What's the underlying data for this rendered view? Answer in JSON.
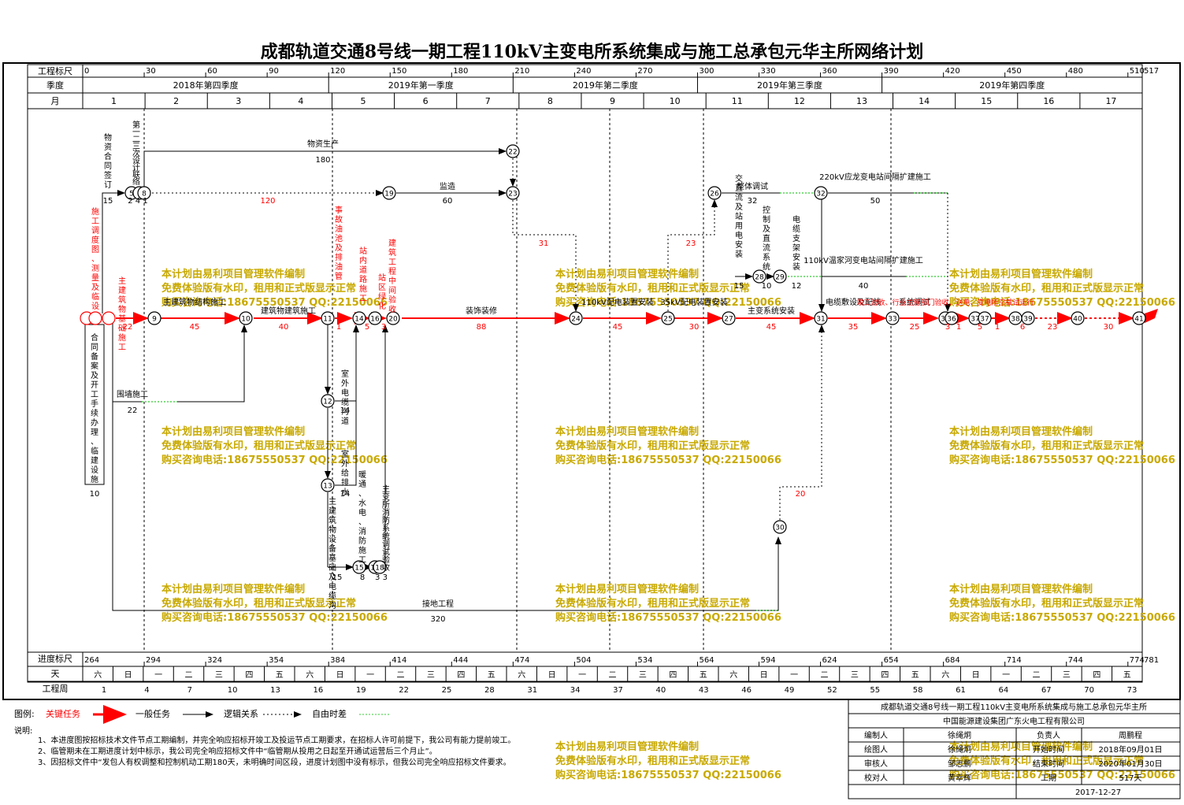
{
  "title": "成都轨道交通8号线一期工程110kV主变电所系统集成与施工总承包元华主所网络计划",
  "axis_labels": {
    "project_scale": "工程标尺",
    "quarter": "季度",
    "month": "月",
    "progress_scale": "进度标尺",
    "day": "天",
    "week": "工程周"
  },
  "top_scale": [
    "0",
    "30",
    "60",
    "90",
    "120",
    "150",
    "180",
    "210",
    "240",
    "270",
    "300",
    "330",
    "360",
    "390",
    "420",
    "450",
    "480",
    "510",
    "517"
  ],
  "quarters": [
    "2018年第四季度",
    "2019年第一季度",
    "2019年第二季度",
    "2019年第三季度",
    "2019年第四季度"
  ],
  "months": [
    "1",
    "2",
    "3",
    "4",
    "5",
    "6",
    "7",
    "8",
    "9",
    "10",
    "11",
    "12",
    "13",
    "14",
    "15",
    "16",
    "17"
  ],
  "bottom_scale": [
    "264",
    "294",
    "324",
    "354",
    "384",
    "414",
    "444",
    "474",
    "504",
    "534",
    "564",
    "594",
    "624",
    "654",
    "684",
    "714",
    "744",
    "774",
    "781"
  ],
  "weekdays": [
    "六",
    "日",
    "一",
    "二",
    "三",
    "四",
    "五",
    "六",
    "日",
    "一",
    "二",
    "三",
    "四",
    "五",
    "六",
    "日",
    "一",
    "二",
    "三",
    "四",
    "五",
    "六",
    "日",
    "一",
    "二",
    "三",
    "四",
    "五",
    "六",
    "日",
    "一",
    "二",
    "三",
    "四",
    "五"
  ],
  "weeks": [
    "1",
    "4",
    "7",
    "10",
    "13",
    "16",
    "19",
    "22",
    "25",
    "28",
    "31",
    "34",
    "37",
    "40",
    "43",
    "46",
    "49",
    "52",
    "55",
    "58",
    "61",
    "64",
    "67",
    "70",
    "73"
  ],
  "tasks": {
    "material_production": "物资生产",
    "material_production_dur": "180",
    "supervision": "监造",
    "supervision_dur": "60",
    "material_contract": "物资合同签订",
    "contract_dur": "15",
    "design_dur": "2 4 1",
    "design_labels": "第一二三次设计联络",
    "wait_120": "120",
    "wait_31": "31",
    "wait_23": "23",
    "wait_20": "20",
    "startup_labels": "施工调度图、测量及临设",
    "main_foundation": "主建筑物基础施工",
    "main_foundation_dur": "22",
    "main_structure": "主建筑物结构施工",
    "main_structure_dur": "45",
    "civil_building": "建筑物建筑施工",
    "civil_building_dur": "40",
    "accident_oil_pool": "事故油池及排油管",
    "dur_1a": "1",
    "station_road": "站内道路施工",
    "dur_5": "5",
    "station_greening": "站区绿化",
    "dur_3a": "3",
    "midterm_acceptance": "建筑工程中间验收",
    "decoration": "装饰装修",
    "decoration_dur": "88",
    "kv110_install": "110kV配电装置安装",
    "kv110_dur": "45",
    "kv35_install": "35kV配电装置安装",
    "kv35_dur": "30",
    "transformer_install": "主变系统安装",
    "transformer_dur": "45",
    "cable_laying": "电缆敷设及配线",
    "cable_dur": "35",
    "system_debug": "系统调试",
    "system_debug_dur": "25",
    "final_dur_3": "3",
    "final_dur_1": "1",
    "final_dur_5": "5",
    "final_dur_6": "6",
    "final_dur_23": "23",
    "final_dur_30": "30",
    "final_dur_1b": "1",
    "final_labels": "竣工验收、行业主管部门验收、送电、变电所空载试运行",
    "wall": "围墙施工",
    "wall_dur": "22",
    "temp_facilities": "合同备案及开工手续办理、临建设施",
    "temp_dur": "10",
    "outdoor_cable_trench": "室外电缆沟道",
    "cable_trench_dur": "14",
    "outdoor_drain": "室外给排水",
    "drain_dur": "14",
    "equip_foundation": "主建筑物设备基础及电缆沟",
    "equip_foundation_dur": "15",
    "hvac": "暖通、水电、消防施工",
    "hvac_dur": "8",
    "fire_system": "主变所消防系统调试验收",
    "fire_dur": "3 3",
    "grounding": "接地工程",
    "grounding_dur": "320",
    "overall_debug": "整体调试",
    "overall_debug_dur": "32",
    "station_power": "交直流及站用电安装",
    "station_power_dur": "15",
    "control_protect": "控制及直流系统",
    "control_dur": "10",
    "cable_support": "电缆支架安装",
    "cable_support_dur": "12",
    "kv220_bay": "220kV应龙变电站间隔扩建施工",
    "kv220_dur": "50",
    "kv110_bay": "110kV温家河变电站间隔扩建施工",
    "kv110_bay_dur": "40"
  },
  "watermark": {
    "line1": "本计划由易利项目管理软件编制",
    "line2": "免费体验版有水印，租用和正式版显示正常",
    "line3": "购买咨询电话:18675550537 QQ:22150066"
  },
  "legend": {
    "label": "图例:",
    "critical": "关键任务",
    "normal": "一般任务",
    "logic": "逻辑关系",
    "float": "自由时差"
  },
  "notes": {
    "label": "说明:",
    "n1": "1、本进度图按招标技术文件节点工期编制，并完全响应招标开竣工及投运节点工期要求，在招标人许可前提下，我公司有能力提前竣工。",
    "n2": "2、临管期未在工期进度计划中标示，我公司完全响应招标文件中“临管期从投用之日起至开通试运营后三个月止”。",
    "n3": "3、因招标文件中“发包人有权调整和控制机动工期180天，未明确时间区段，进度计划图中没有标示，但我公司完全响应招标文件要求。"
  },
  "info": {
    "project": "成都轨道交通8号线一期工程110kV主变电所系统集成与施工总承包元华主所",
    "company": "中国能源建设集团广东火电工程有限公司",
    "editor_label": "编制人",
    "editor": "徐绳炯",
    "responsible_label": "负责人",
    "responsible": "周鹏程",
    "drawer_label": "绘图人",
    "drawer": "徐绳炯",
    "start_label": "开始时间",
    "start": "2018年09月01日",
    "reviewer_label": "审核人",
    "reviewer": "邹志鹏",
    "end_label": "结束时间",
    "end": "2020年01月30日",
    "checker_label": "校对人",
    "checker": "黄幸辉",
    "duration_label": "工期",
    "duration": "517天",
    "date": "2017-12-27"
  },
  "colors": {
    "critical": "#ff0000",
    "normal": "#000000",
    "float": "#33cc33",
    "watermark": "#c8a900"
  }
}
